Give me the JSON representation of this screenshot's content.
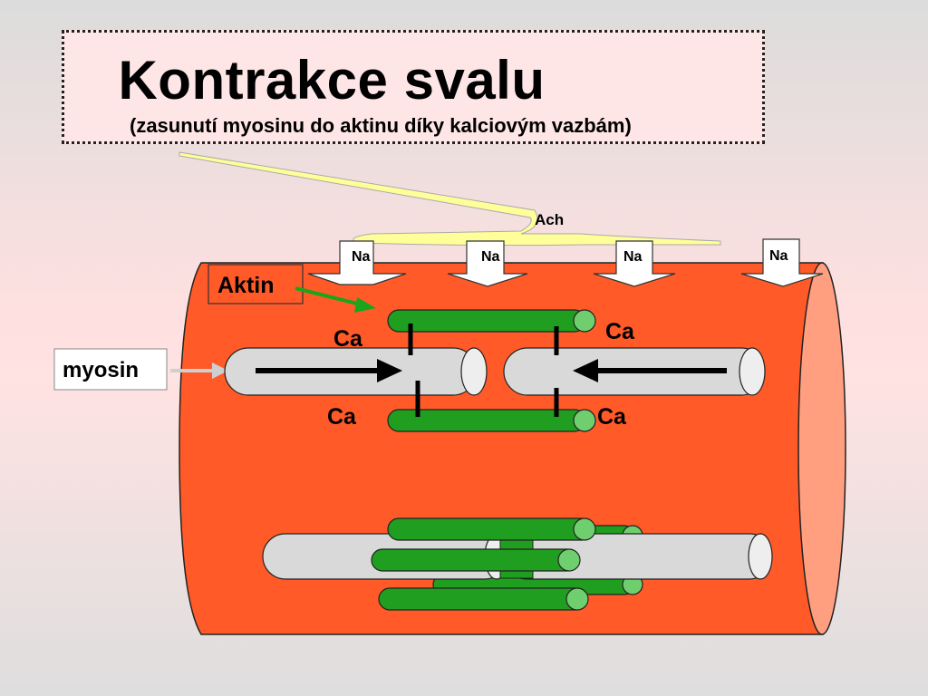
{
  "title": "Kontrakce svalu",
  "subtitle": "(zasunutí myosinu do aktinu díky kalciovým vazbám)",
  "labels": {
    "ach": "Ach",
    "na": "Na",
    "aktin": "Aktin",
    "myosin": "myosin",
    "ca": "Ca"
  },
  "colors": {
    "muscle": "#ff5a28",
    "muscle_end": "#ff9f80",
    "actin": "#1f9e1f",
    "actin_end": "#6fcf6f",
    "myosin": "#d9d9d9",
    "nerve": "#ffff99",
    "arrow_green": "#1aa51a"
  }
}
